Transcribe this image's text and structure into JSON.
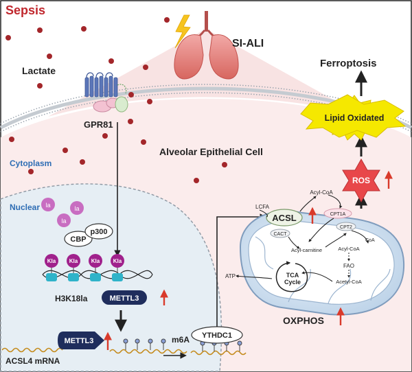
{
  "labels": {
    "sepsis": "Sepsis",
    "si_ali": "SI-ALI",
    "lactate": "Lactate",
    "gpr81": "GPR81",
    "cytoplasm": "Cytoplasm",
    "nuclear": "Nuclear",
    "alveolar_cell": "Alveolar Epithelial Cell",
    "ferroptosis": "Ferroptosis",
    "lipid_oxidated": "Lipid Oxidated",
    "ros": "ROS",
    "la": "la",
    "cbp": "CBP",
    "p300": "p300",
    "kla": "Kla",
    "h3k18la": "H3K18la",
    "mettl3": "METTL3",
    "m6a": "m6A",
    "ythdc1": "YTHDC1",
    "acsl4_mrna": "ACSL4 mRNA",
    "acsl": "ACSL",
    "acyl_coa": "Acyl-CoA",
    "lcfa": "LCFA",
    "cpt1a": "CPT1A",
    "cact": "CACT",
    "cpt2": "CPT2",
    "coa": "CoA",
    "acyl_carnitine": "Acyl-carnitine",
    "fao": "FAO",
    "acetyl_coa": "Acetyl-CoA",
    "tca": "TCA",
    "cycle": "Cycle",
    "atp": "ATP",
    "oxphos": "OXPHOS"
  },
  "colors": {
    "sepsis_red": "#c0272d",
    "lactate_dot": "#a3262a",
    "cytoplasm_blue": "#2e6db4",
    "navy": "#1f2d5c",
    "kla_purple": "#a0218c",
    "arrow_red": "#d93a2b",
    "ros_fill": "#e8474a",
    "lipid_yellow": "#f5e800"
  }
}
